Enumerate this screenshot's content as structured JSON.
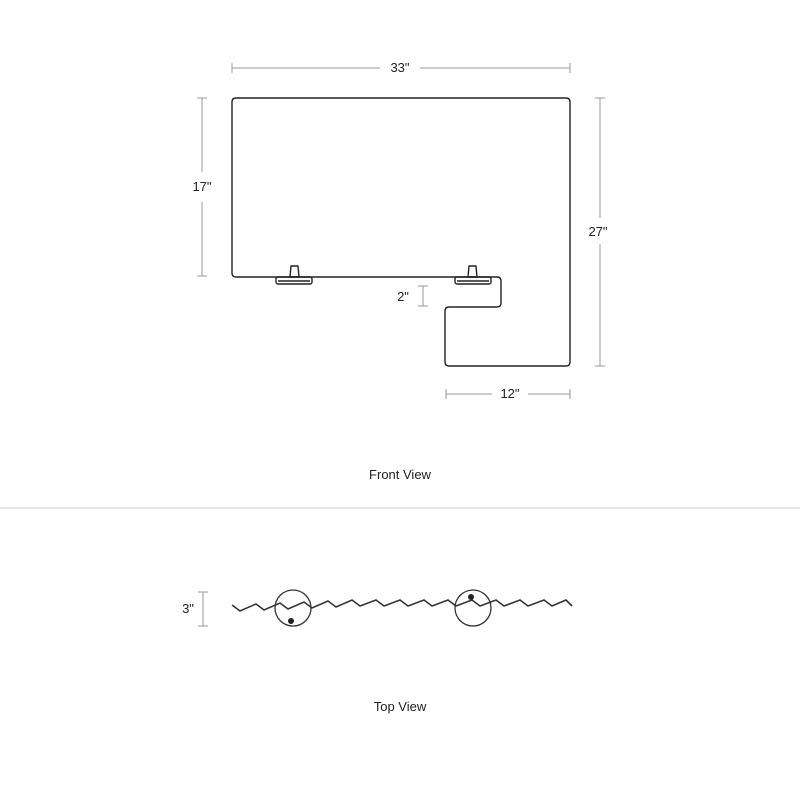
{
  "front_view": {
    "caption": "Front View",
    "dimensions": {
      "overall_width": "33\"",
      "panel_height": "17\"",
      "overall_height": "27\"",
      "gap": "2\"",
      "foot_width": "12\""
    }
  },
  "top_view": {
    "caption": "Top View",
    "dimensions": {
      "depth": "3\""
    }
  },
  "colors": {
    "line": "#222222",
    "dimension": "#9a9a9a",
    "background": "#ffffff"
  }
}
